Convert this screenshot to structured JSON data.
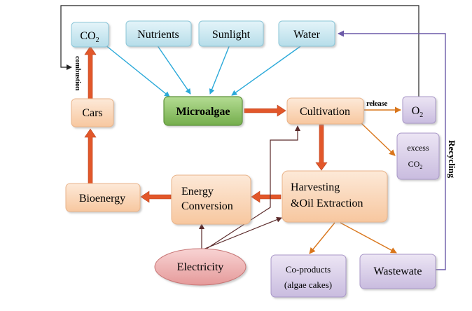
{
  "nodes": {
    "co2": {
      "text": "CO",
      "sub": "2"
    },
    "nutrients": {
      "text": "Nutrients"
    },
    "sunlight": {
      "text": "Sunlight"
    },
    "water": {
      "text": "Water"
    },
    "microalgae": {
      "text": "Microalgae"
    },
    "cultivation": {
      "text": "Cultivation"
    },
    "o2": {
      "text": "O",
      "sub": "2"
    },
    "excess_co2": {
      "line1": "excess",
      "line2": "CO",
      "sub": "2"
    },
    "cars": {
      "text": "Cars"
    },
    "harvesting": {
      "line1": "Harvesting",
      "line2": "&Oil Extraction"
    },
    "energy_conversion": {
      "line1": "Energy",
      "line2": "Conversion"
    },
    "bioenergy": {
      "text": "Bioenergy"
    },
    "electricity": {
      "text": "Electricity"
    },
    "coproducts": {
      "line1": "Co-products",
      "line2": "(algae cakes)"
    },
    "wastewater": {
      "text": "Wastewate"
    }
  },
  "labels": {
    "combustion": "combustion",
    "release": "release",
    "recycling": "Recycling"
  },
  "colors": {
    "blue_node": "#cde9f2",
    "orange_node": "#fbd9bd",
    "green_node": "#8fc46a",
    "purple_node": "#d9cfe9",
    "pink_node": "#f2b5b5",
    "thick_arrow": "#e2572a",
    "blue_arrow": "#2aa9d9",
    "orange_arrow": "#d9761c",
    "dark_arrow": "#5a2a2a",
    "recycle_line": "#6c5aa8"
  }
}
